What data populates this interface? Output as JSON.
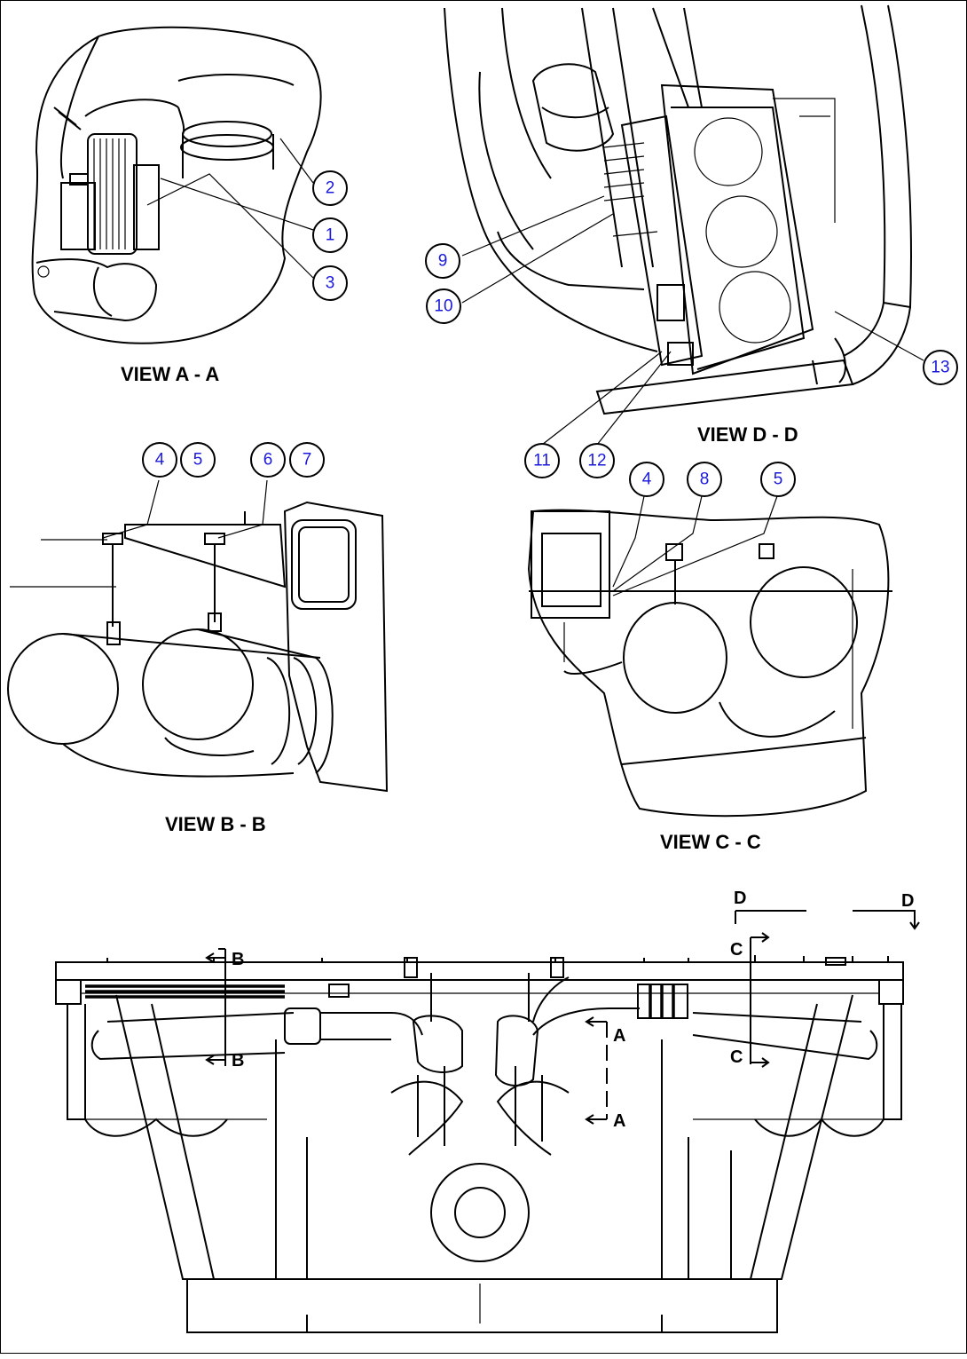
{
  "views": {
    "a": "VIEW A - A",
    "b": "VIEW B - B",
    "c": "VIEW C - C",
    "d": "VIEW D - D"
  },
  "callouts": {
    "a_top": "2",
    "a_mid": "1",
    "a_bot": "3",
    "d_9": "9",
    "d_10": "10",
    "d_11": "11",
    "d_12": "12",
    "d_13": "13",
    "b_4": "4",
    "b_5": "5",
    "b_6": "6",
    "b_7": "7",
    "c_4": "4",
    "c_8": "8",
    "c_5": "5"
  },
  "section_marks": {
    "b_top": "B",
    "b_bottom": "B",
    "a_top": "A",
    "a_bottom": "A",
    "c_top": "C",
    "c_bottom": "C",
    "d_left": "D",
    "d_right": "D"
  },
  "colors": {
    "line": "#000000",
    "callout_number": "#1a1adb"
  }
}
